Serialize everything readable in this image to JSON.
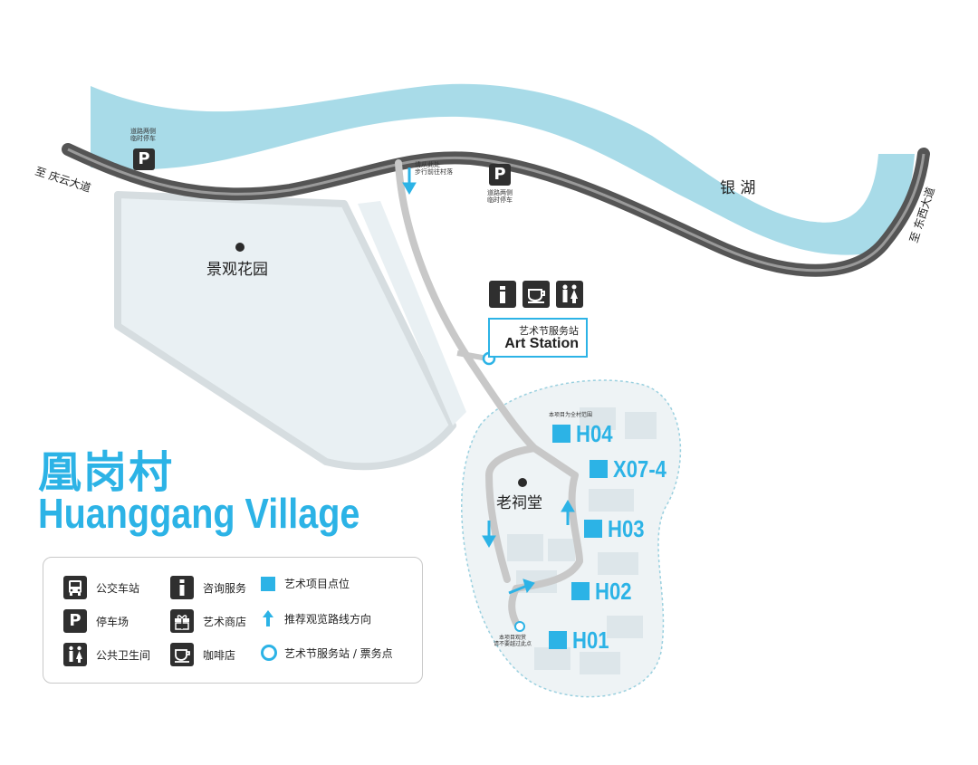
{
  "colors": {
    "river": "#a8dbe8",
    "accent": "#2cb3e6",
    "road_main": "#555555",
    "road_light": "#c8c8c8",
    "land": "#e9f0f3",
    "dark_icon": "#2f2f2f"
  },
  "roads": {
    "left_destination": "至 庆云大道",
    "right_destination": "至 东西大道"
  },
  "river": {
    "name": "银 湖"
  },
  "parking": {
    "left_label": "道路两侧\n临时停车",
    "right_label": "道路两侧\n临时停车",
    "icon_text": "P"
  },
  "walk_note": "请从此处\n步行前往村落",
  "places": {
    "garden": "景观花园",
    "ancestral_hall": "老祠堂"
  },
  "art_station": {
    "name_cn": "艺术节服务站",
    "name_en": "Art Station",
    "service_icons": [
      "info-icon",
      "coffee-icon",
      "restroom-icon"
    ]
  },
  "village_scope_note": "本项目为全村范围",
  "end_note": "本项目观赏\n请不要越过此点",
  "sites": [
    "H04",
    "X07-4",
    "H03",
    "H02",
    "H01"
  ],
  "title": {
    "cn": "凰岗村",
    "en": "Huanggang Village"
  },
  "legend": {
    "items": [
      {
        "icon": "bus-icon",
        "label": "公交车站"
      },
      {
        "icon": "parking-icon",
        "label": "停车场"
      },
      {
        "icon": "restroom-icon",
        "label": "公共卫生间"
      },
      {
        "icon": "info-icon",
        "label": "咨询服务"
      },
      {
        "icon": "gift-icon",
        "label": "艺术商店"
      },
      {
        "icon": "coffee-icon",
        "label": "咖啡店"
      },
      {
        "icon": "square-icon",
        "label": "艺术项目点位"
      },
      {
        "icon": "arrow-up-icon",
        "label": "推荐观览路线方向"
      },
      {
        "icon": "circle-icon",
        "label": "艺术节服务站 / 票务点"
      }
    ]
  }
}
